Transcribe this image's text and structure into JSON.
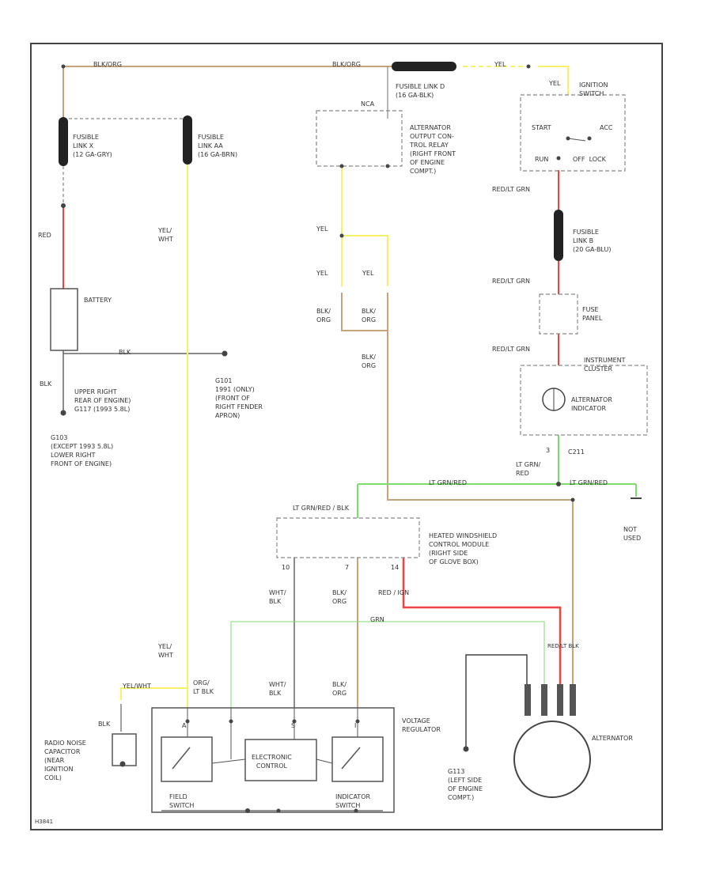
{
  "colors": {
    "tan": "#c8a27a",
    "red": "#ef4444",
    "yellow": "#f6f06a",
    "green": "#7ddc6b",
    "gray": "#666666",
    "dashed": "#888888",
    "black": "#222222"
  },
  "wires": {
    "blk_org_top_left": "BLK/ORG",
    "blk_org_top_right": "BLK/ORG",
    "yel_top": "YEL",
    "yel_ign": "YEL",
    "red_batt": "RED",
    "blk_batt": "BLK",
    "blk_ground": "BLK",
    "yel_wht_left": "YEL/\nWHT",
    "yel_relay": "YEL",
    "yel_split_left": "YEL",
    "yel_split_right": "YEL",
    "blk_org_a": "BLK/\nORG",
    "blk_org_b": "BLK/\nORG",
    "blk_org_c": "BLK/\nORG",
    "red_lt_grn_1": "RED/LT GRN",
    "red_lt_grn_2": "RED/LT GRN",
    "red_lt_grn_3": "RED/LT GRN",
    "lt_grn_red_v": "LT GRN/\nRED",
    "lt_grn_red_h1": "LT GRN/RED",
    "lt_grn_red_h2": "LT GRN/RED",
    "lt_grn_red_blk": "LT GRN/RED / BLK",
    "wht_blk_1": "WHT/\nBLK",
    "blk_org_d": "BLK/\nORG",
    "red_ign": "RED / IGN",
    "grn_small": "GRN",
    "red_blk_v": "RED/LT BLK",
    "yel_wht_low": "YEL/\nWHT",
    "yel_wht_h": "YEL/WHT",
    "org_lt_blk": "ORG/\nLT BLK",
    "wht_blk_2": "WHT/\nBLK",
    "blk_org_e": "BLK/\nORG"
  },
  "components": {
    "fusible_link_x": "FUSIBLE\nLINK X\n(12 GA-GRY)",
    "fusible_link_aa": "FUSIBLE\nLINK AA\n(16 GA-BRN)",
    "fusible_link_d": "FUSIBLE LINK D\n(16 GA-BLK)",
    "battery": "BATTERY",
    "ignition_switch": "IGNITION\nSWITCH",
    "ign_start": "START",
    "ign_acc": "ACC",
    "ign_run": "RUN",
    "ign_off_lock": "OFF  LOCK",
    "nca": "NCA",
    "relay": "ALTERNATOR\nOUTPUT CON-\nTROL RELAY\n(RIGHT FRONT\nOF ENGINE\nCOMPT.)",
    "fusible_link_b": "FUSIBLE\nLINK B\n(20 GA-BLU)",
    "fuse_panel": "FUSE\nPANEL",
    "instrument_cluster": "INSTRUMENT\nCLUSTER",
    "alt_indicator": "ALTERNATOR\nINDICATOR",
    "c211": "C211",
    "pin_3": "3",
    "htd_module": "HEATED WINDSHIELD\nCONTROL MODULE\n(RIGHT SIDE\nOF GLOVE BOX)",
    "pin_10": "10",
    "pin_7": "7",
    "pin_14": "14",
    "not_used": "NOT\nUSED",
    "voltage_regulator": "VOLTAGE\nREGULATOR",
    "alternator": "ALTERNATOR",
    "electronic_control": "ELECTRONIC\nCONTROL",
    "field_switch": "FIELD\nSWITCH",
    "indicator_switch": "INDICATOR\nSWITCH",
    "term_a": "A",
    "term_s": "S",
    "term_i": "I",
    "radio_cap": "RADIO NOISE\nCAPACITOR\n(NEAR\nIGNITION\nCOIL)",
    "blk_cap": "BLK",
    "g113": "G113\n(LEFT SIDE\nOF ENGINE\nCOMPT.)",
    "g101": "G101\n1991 (ONLY)\n(FRONT OF\nRIGHT FENDER\nAPRON)",
    "g103": "G103\n(EXCEPT 1993 5.8L)\nLOWER RIGHT\nFRONT OF ENGINE)",
    "upper_right": "UPPER RIGHT\nREAR OF ENGINE)\nG117 (1993 5.8L)",
    "footer_code": "H3841"
  }
}
